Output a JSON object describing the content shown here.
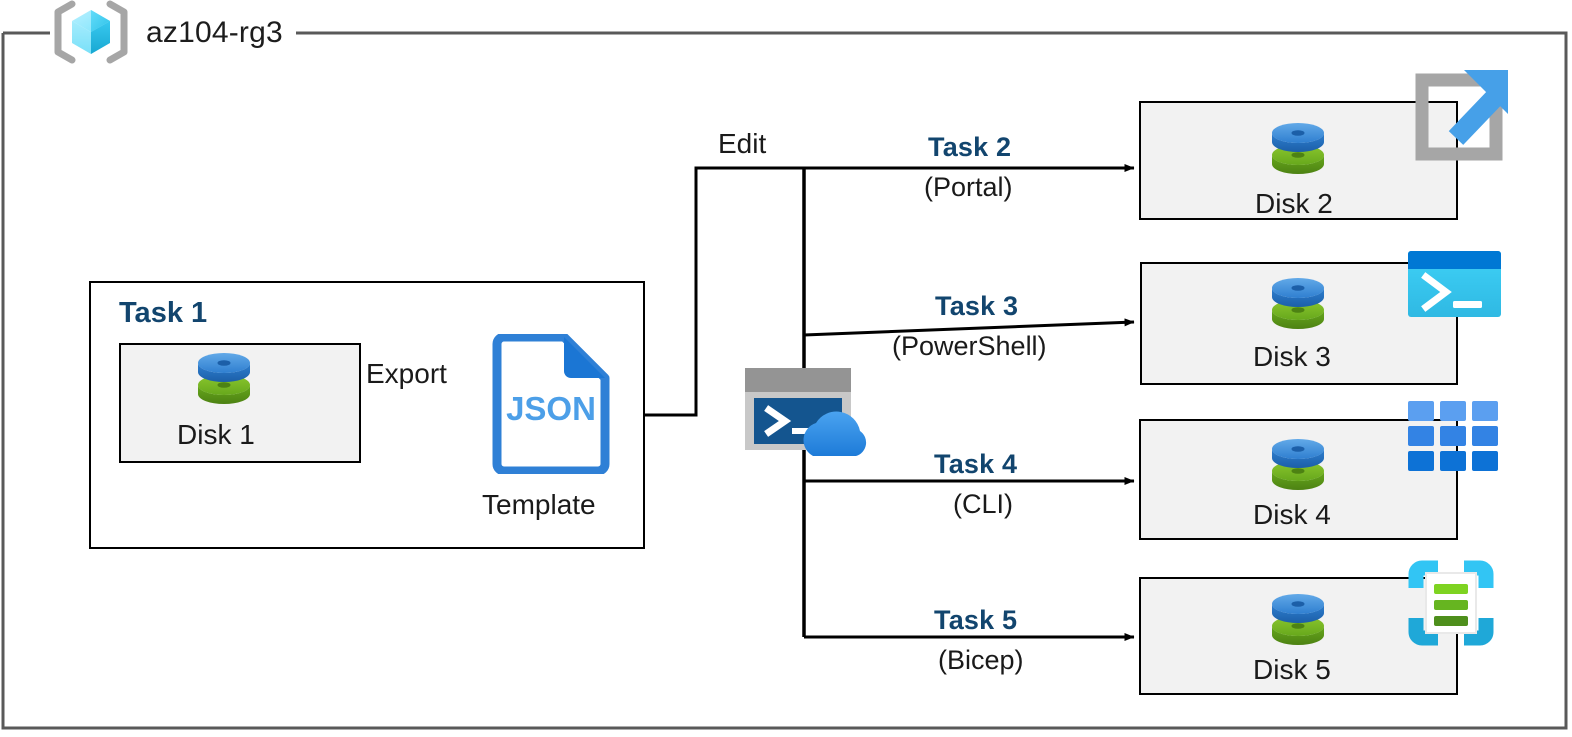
{
  "diagram": {
    "title": "az104-rg3",
    "resource_group_icon": "azure-resource-group-icon",
    "frame_color": "#595959"
  },
  "task1": {
    "heading": "Task 1",
    "disk_label": "Disk 1",
    "disk_icon": "azure-managed-disk-icon",
    "export_label": "Export",
    "template_icon": "json-file-icon",
    "template_icon_text": "JSON",
    "template_label": "Template"
  },
  "branch": {
    "edit_label": "Edit",
    "cloudshell_icon": "azure-cloud-shell-icon"
  },
  "targets": [
    {
      "task": "Task 2",
      "method": "(Portal)",
      "disk_label": "Disk 2",
      "disk_icon": "azure-managed-disk-icon",
      "tool_icon": "azure-portal-icon"
    },
    {
      "task": "Task 3",
      "method": "(PowerShell)",
      "disk_label": "Disk 3",
      "disk_icon": "azure-managed-disk-icon",
      "tool_icon": "powershell-icon"
    },
    {
      "task": "Task 4",
      "method": "(CLI)",
      "disk_label": "Disk 4",
      "disk_icon": "azure-managed-disk-icon",
      "tool_icon": "azure-cli-icon"
    },
    {
      "task": "Task 5",
      "method": "(Bicep)",
      "disk_label": "Disk 5",
      "disk_icon": "azure-managed-disk-icon",
      "tool_icon": "bicep-icon"
    }
  ],
  "colors": {
    "task_heading": "#12456e",
    "disk_blue": "#3c8fd9",
    "disk_green": "#76bc21",
    "json_blue": "#2f80d6",
    "portal_arrow": "#46a0e8",
    "portal_bracket": "#a6a6a6",
    "powershell_title": "#0078d4",
    "powershell_body": "#32c5f4",
    "cli_tile": "#2f84e0",
    "bicep_frame": "#32c5f4",
    "box_fill": "#f2f2f2"
  }
}
